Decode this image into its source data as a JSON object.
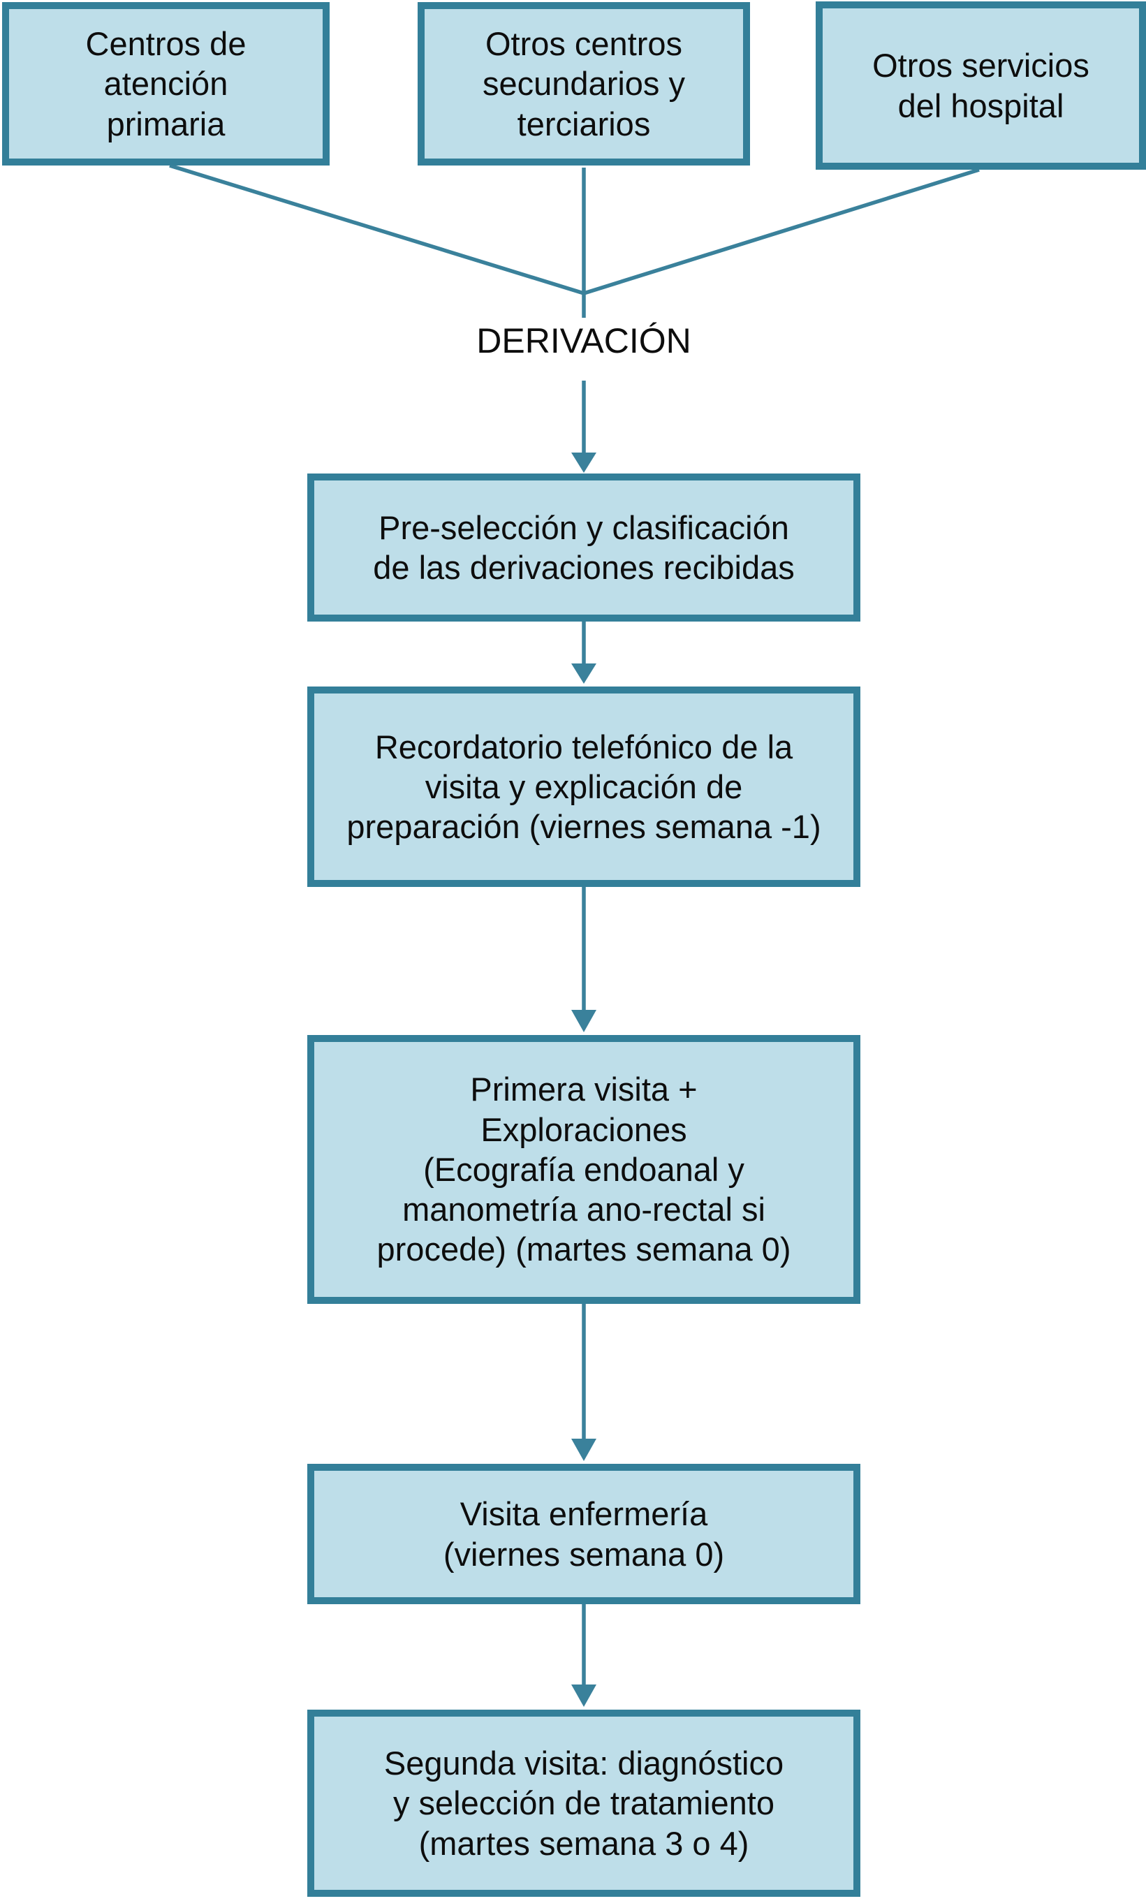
{
  "colors": {
    "box_fill": "#bedee9",
    "box_border": "#337f99",
    "connector": "#3a819b",
    "text": "#0d0d0d",
    "background": "#ffffff"
  },
  "sources": {
    "primary_care": "Centros de\natención\nprimaria",
    "other_centers": "Otros centros\nsecundarios y\nterciarios",
    "hospital_services": "Otros servicios\ndel hospital"
  },
  "hub": {
    "label": "DERIVACIÓN"
  },
  "steps": {
    "triage": "Pre-selección y clasificación\nde las derivaciones recibidas",
    "phone_reminder": "Recordatorio telefónico de la\nvisita y explicación de\npreparación (viernes semana -1)",
    "first_visit": "Primera visita +\nExploraciones\n(Ecografía endoanal y\nmanometría ano-rectal si\nprocede) (martes semana 0)",
    "nurse_visit": "Visita enfermería\n(viernes semana 0)",
    "second_visit": "Segunda visita: diagnóstico\ny selección de tratamiento\n(martes semana 3 o 4)"
  }
}
